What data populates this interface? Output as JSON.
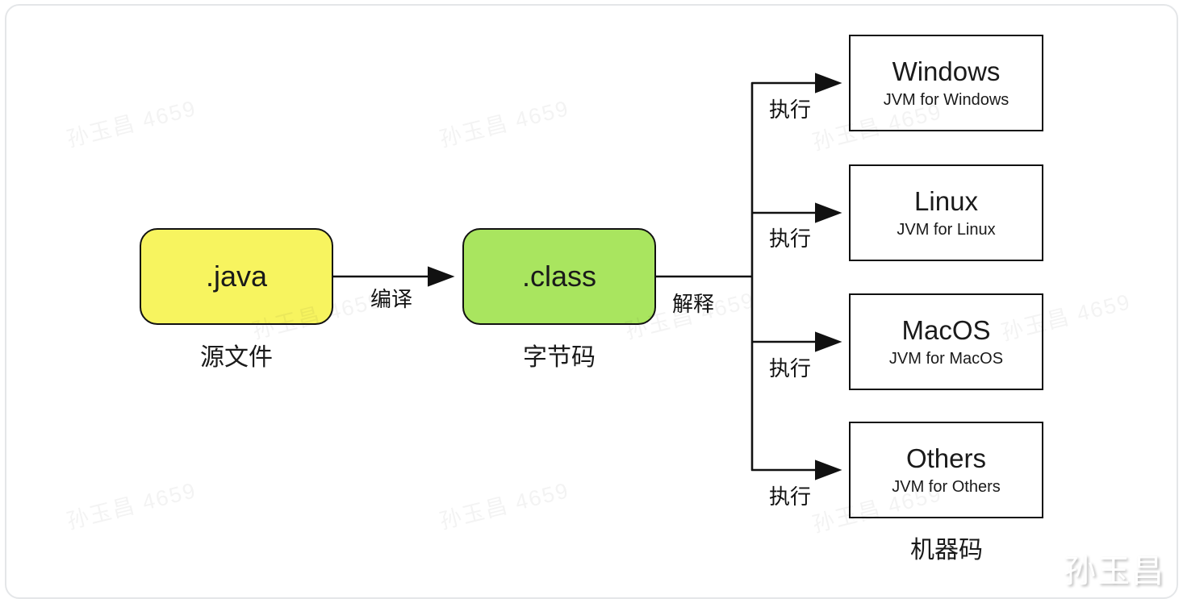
{
  "diagram": {
    "source": {
      "title": ".java",
      "caption": "源文件"
    },
    "bytecode": {
      "title": ".class",
      "caption": "字节码"
    },
    "targets": [
      {
        "title": "Windows",
        "subtitle": "JVM for Windows"
      },
      {
        "title": "Linux",
        "subtitle": "JVM for Linux"
      },
      {
        "title": "MacOS",
        "subtitle": "JVM for MacOS"
      },
      {
        "title": "Others",
        "subtitle": "JVM for Others"
      }
    ],
    "targets_caption": "机器码",
    "edge_labels": {
      "compile": "编译",
      "interpret": "解释",
      "execute": "执行"
    }
  },
  "colors": {
    "source_fill": "#F7F45F",
    "bytecode_fill": "#A9E55F",
    "line": "#111111"
  },
  "watermark": {
    "tile_text": "孙玉昌 4659",
    "signature": "孙玉昌"
  }
}
